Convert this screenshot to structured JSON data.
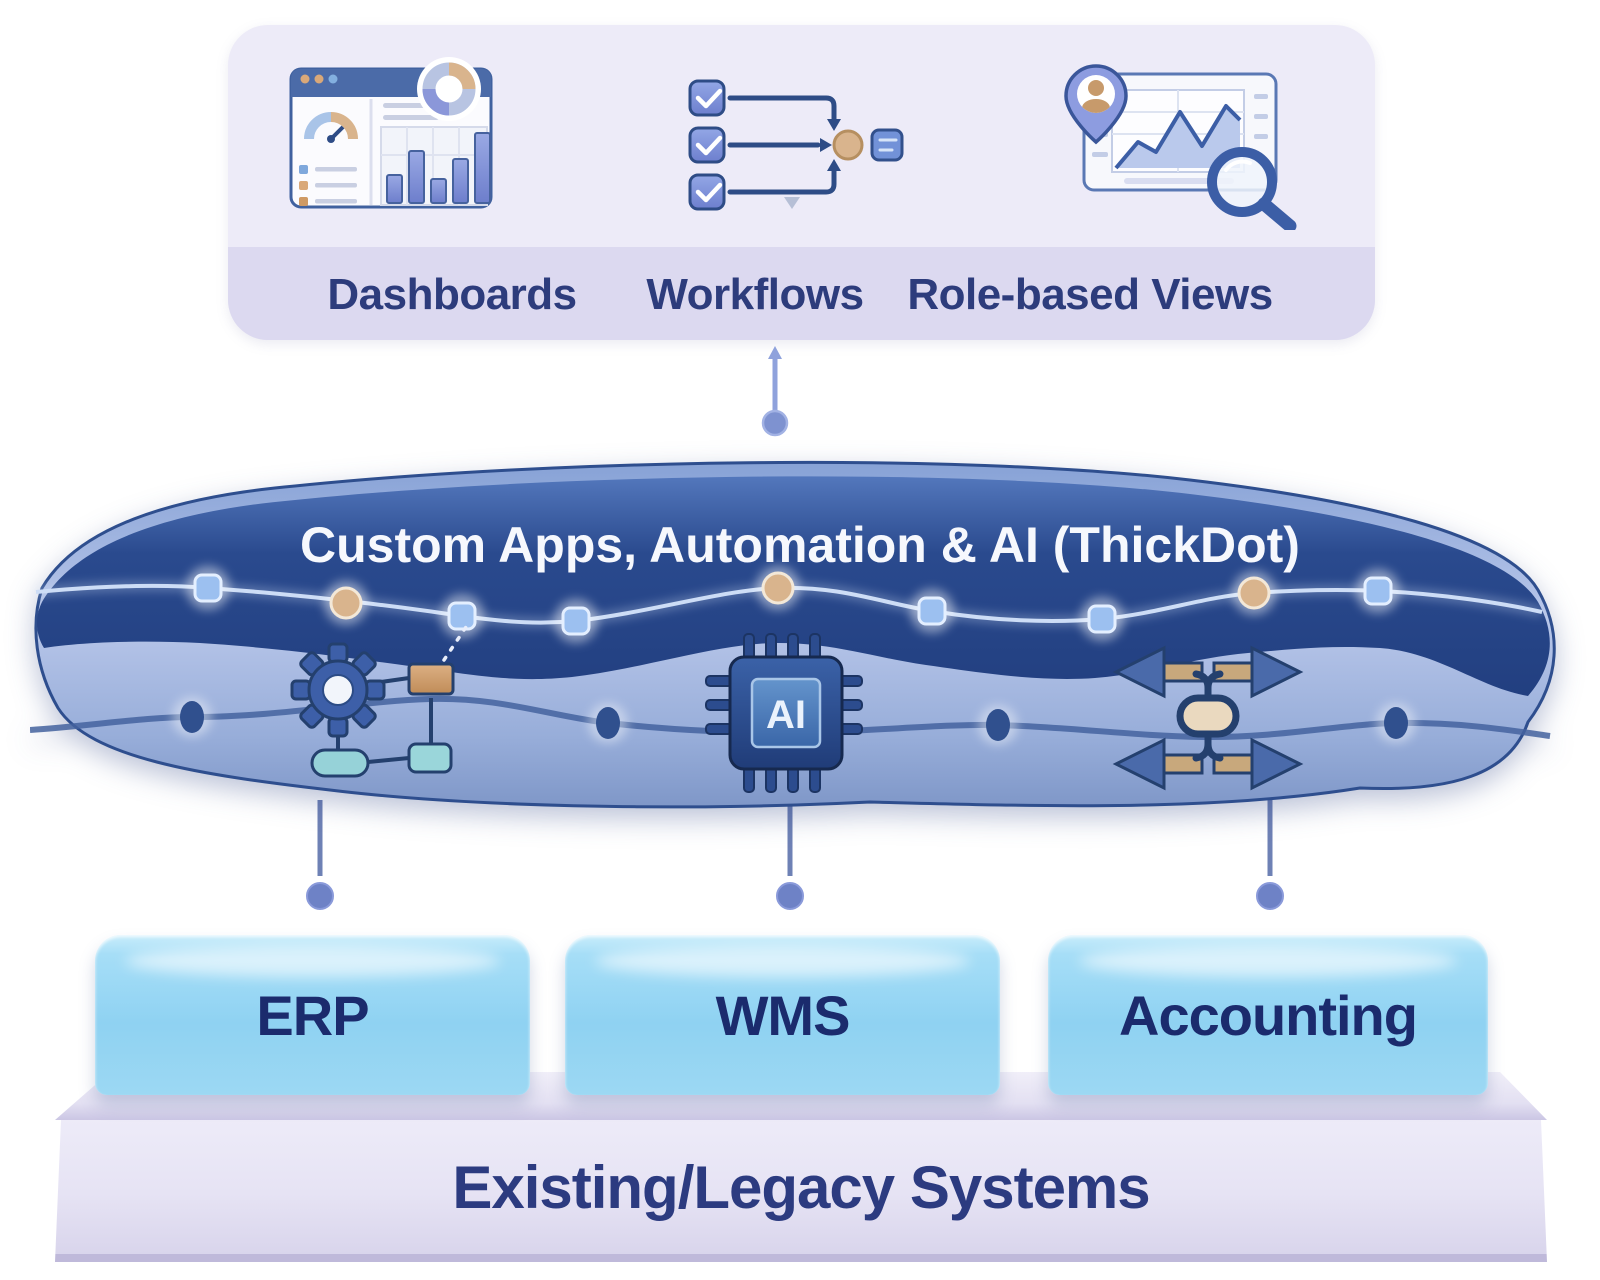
{
  "top_panel": {
    "items": [
      {
        "label": "Dashboards",
        "icon": "dashboard-icon"
      },
      {
        "label": "Workflows",
        "icon": "workflow-icon"
      },
      {
        "label": "Role-based Views",
        "icon": "role-based-views-icon"
      }
    ]
  },
  "middle_banner": {
    "title": "Custom Apps, Automation & AI (ThickDot)",
    "chip_label": "AI",
    "icons": [
      "gear-flowchart-icon",
      "ai-chip-icon",
      "data-exchange-icon"
    ]
  },
  "systems_layer": {
    "boxes": [
      {
        "label": "ERP"
      },
      {
        "label": "WMS"
      },
      {
        "label": "Accounting"
      }
    ],
    "platform_label": "Existing/Legacy Systems"
  },
  "colors": {
    "banner_navy": "#213d7c",
    "banner_light": "#b9c7ea",
    "box_blue": "#8fd2f2",
    "panel_lavender": "#edebf8",
    "panel_band": "#dcd9f0",
    "text_navy": "#1b2b6d",
    "node_tan": "#d9b48d",
    "node_blue": "#9cc0f0",
    "connector_blue": "#6e82c6"
  }
}
